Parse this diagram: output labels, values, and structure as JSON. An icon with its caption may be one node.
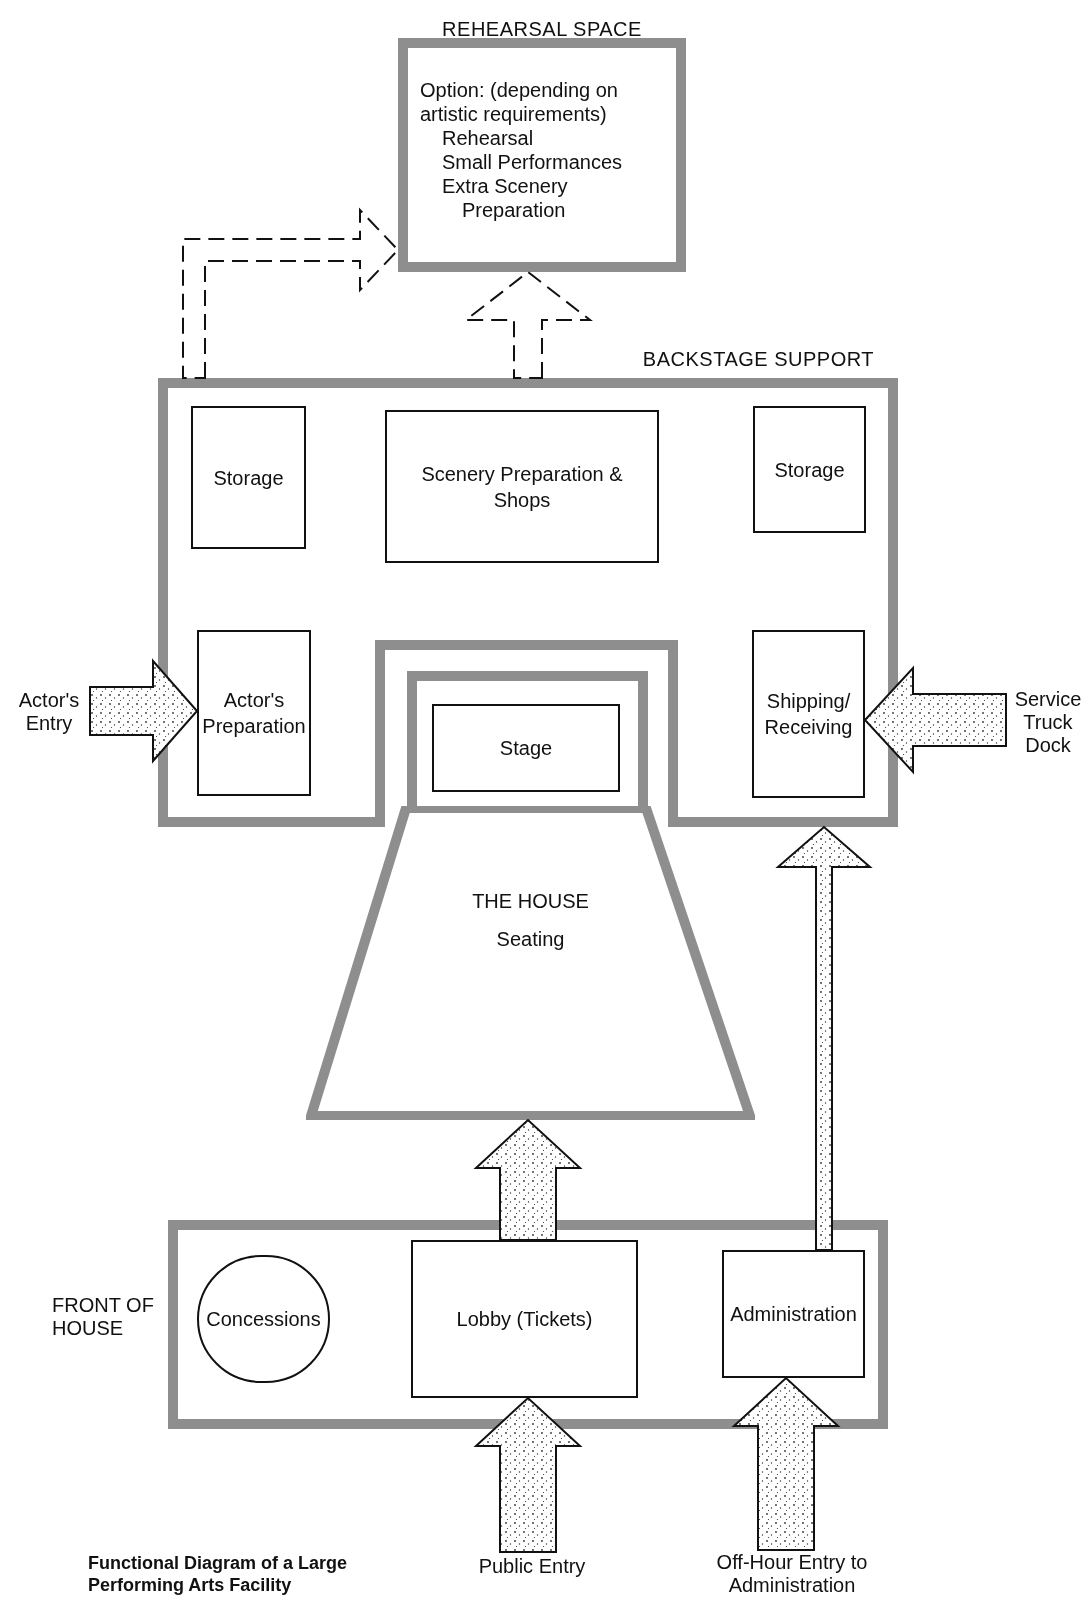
{
  "diagram": {
    "caption": "Functional Diagram of a Large Performing Arts Facility",
    "nodes": [
      {
        "text": [
          "REHEARSAL SPACE",
          "Option: (depending on artistic requirements)",
          "Rehearsal",
          "Small Performances",
          "Extra Scenery Preparation"
        ]
      },
      {
        "text": [
          "BACKSTAGE SUPPORT"
        ]
      },
      {
        "text": [
          "Storage"
        ],
        "in": 1
      },
      {
        "text": [
          "Scenery Preparation & Shops"
        ],
        "in": 1
      },
      {
        "text": [
          "Storage"
        ],
        "in": 1
      },
      {
        "text": [
          "Actor's Preparation"
        ],
        "in": 1
      },
      {
        "text": [
          "Stage"
        ],
        "in": 1
      },
      {
        "text": [
          "Shipping/ Receiving"
        ],
        "in": 1
      },
      {
        "text": [
          "THE HOUSE",
          "Seating"
        ]
      },
      {
        "text": [
          "FRONT OF HOUSE"
        ]
      },
      {
        "text": [
          "Concessions"
        ],
        "in": 9
      },
      {
        "text": [
          "Lobby (Tickets)"
        ],
        "in": 9
      },
      {
        "text": [
          "Administration"
        ],
        "in": 9
      },
      {
        "text": [
          "Actor's Entry"
        ]
      },
      {
        "text": [
          "Service Truck Dock"
        ]
      },
      {
        "text": [
          "Public Entry"
        ]
      },
      {
        "text": [
          "Off-Hour Entry to Administration"
        ]
      }
    ],
    "edges": [
      {
        "from": 13,
        "to": 5,
        "arrow": "to"
      },
      {
        "from": 14,
        "to": 7,
        "arrow": "to"
      },
      {
        "from": 15,
        "to": 11,
        "arrow": "to"
      },
      {
        "from": 16,
        "to": 12,
        "arrow": "to"
      },
      {
        "from": 11,
        "to": 8,
        "arrow": "to"
      },
      {
        "from": 12,
        "to": 1,
        "arrow": "to"
      },
      {
        "from": 1,
        "to": 0,
        "arrow": "to",
        "style": "dashed"
      },
      {
        "from": 1,
        "to": 0,
        "arrow": "to",
        "style": "dashed"
      }
    ]
  }
}
